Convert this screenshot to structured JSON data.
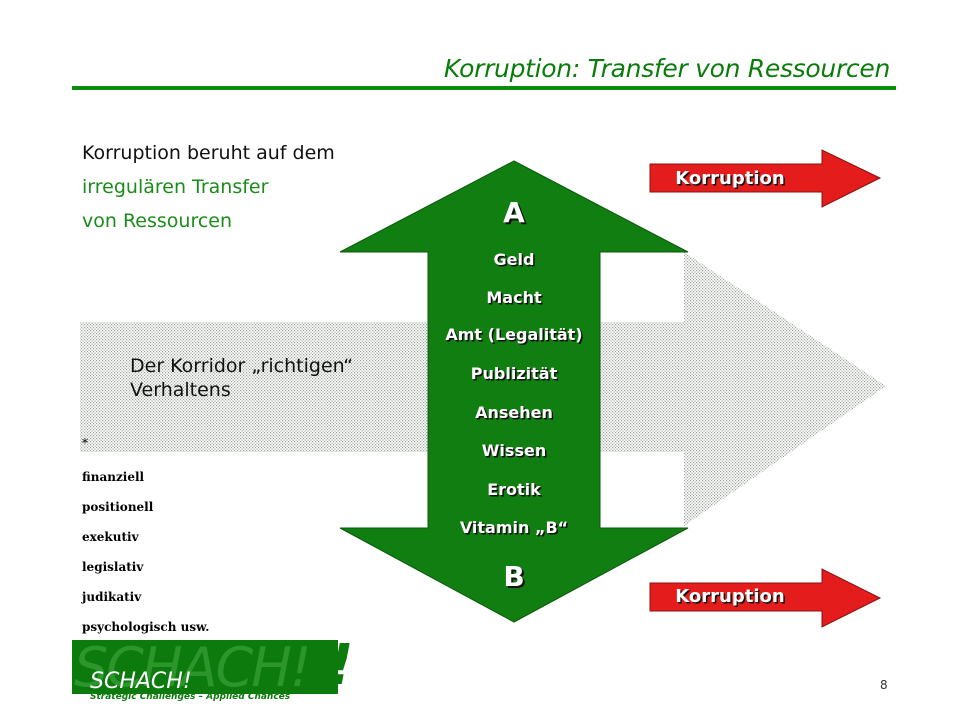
{
  "slide": {
    "title": "Korruption: Transfer von Ressourcen",
    "intro": [
      "Korruption beruht auf dem",
      "irregulären Transfer",
      "von Ressourcen"
    ],
    "corridor_label": "Der Korridor „richtigen“ Verhaltens",
    "asterisk": "*",
    "resource_types": [
      "finanziell",
      "positionell",
      "exekutiv",
      "legislativ",
      "judikativ",
      "psychologisch usw."
    ],
    "arrow": {
      "top_letter": "A",
      "bottom_letter": "B",
      "resources": [
        "Geld",
        "Macht",
        "Amt (Legalität)",
        "Publizität",
        "Ansehen",
        "Wissen",
        "Erotik",
        "Vitamin „B“"
      ]
    },
    "korruption_labels": [
      "Korruption",
      "Korruption"
    ],
    "page_number": "8"
  },
  "logo": {
    "watermark": "SCHACH!",
    "text": "SCHACH!",
    "bang": "!",
    "tagline": "Strategic Challenges – Applied Chances"
  },
  "colors": {
    "green": "#0b8c0b",
    "arrow_green": "#117e11",
    "red": "#e41c1c",
    "corridor_pattern": "#9aa39a"
  }
}
